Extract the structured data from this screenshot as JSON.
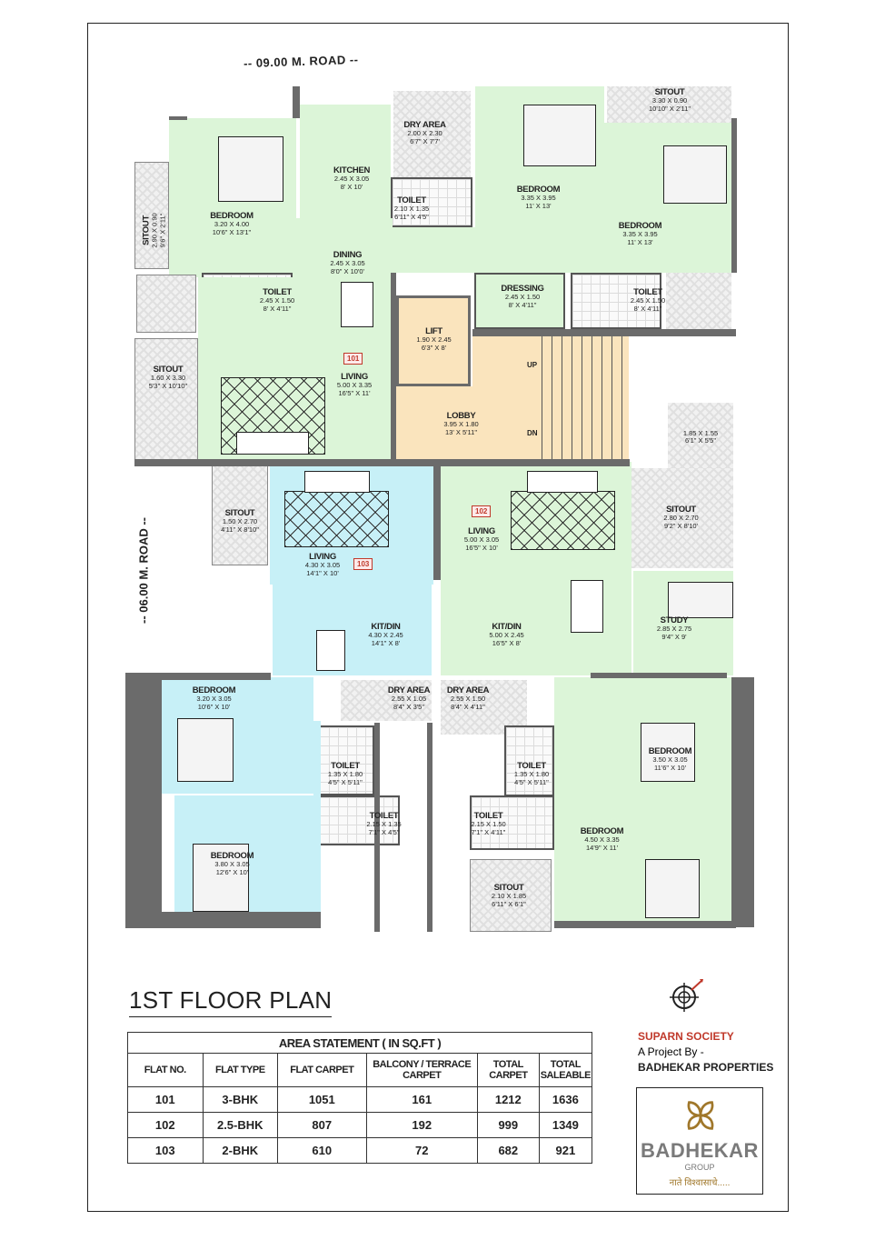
{
  "roads": {
    "top": "-- 09.00 M. ROAD --",
    "left": "-- 06.00 M. ROAD --"
  },
  "flat_tags": {
    "f101": "101",
    "f102": "102",
    "f103": "103"
  },
  "rooms": {
    "f101_sitout_top": {
      "name": "SITOUT",
      "dim_m": "2.90 X 0.90",
      "dim_ft": "9'6\" X 2'11\""
    },
    "f101_bedroom": {
      "name": "BEDROOM",
      "dim_m": "3.20 X 4.00",
      "dim_ft": "10'6\" X 13'1\""
    },
    "f101_kitchen": {
      "name": "KITCHEN",
      "dim_m": "2.45 X 3.05",
      "dim_ft": "8' X 10'"
    },
    "f101_dry_area": {
      "name": "DRY AREA",
      "dim_m": "2.00 X 2.30",
      "dim_ft": "6'7\" X 7'7'"
    },
    "f101_toilet_a": {
      "name": "TOILET",
      "dim_m": "2.10 X 1.35",
      "dim_ft": "6'11\" X 4'5\""
    },
    "f101_bedroom2": {
      "name": "BEDROOM",
      "dim_m": "3.35 X 3.95",
      "dim_ft": "11' X 13'"
    },
    "f101_sitout_right": {
      "name": "SITOUT",
      "dim_m": "3.30 X 0.90",
      "dim_ft": "10'10\" X 2'11\""
    },
    "f101_bedroom3": {
      "name": "BEDROOM",
      "dim_m": "3.35 X 3.95",
      "dim_ft": "11' X 13'"
    },
    "f101_dining": {
      "name": "DINING",
      "dim_m": "2.45 X 3.05",
      "dim_ft": "8'0\" X 10'0'"
    },
    "f101_toilet_b": {
      "name": "TOILET",
      "dim_m": "2.45 X 1.50",
      "dim_ft": "8' X 4'11\""
    },
    "f101_dressing": {
      "name": "DRESSING",
      "dim_m": "2.45 X 1.50",
      "dim_ft": "8' X 4'11\""
    },
    "f101_toilet_c": {
      "name": "TOILET",
      "dim_m": "2.45 X 1.50",
      "dim_ft": "8' X 4'11\""
    },
    "f101_sitout_left": {
      "name": "SITOUT",
      "dim_m": "1.60 X 3.30",
      "dim_ft": "5'3\" X 10'10\""
    },
    "f101_living": {
      "name": "LIVING",
      "dim_m": "5.00 X 3.35",
      "dim_ft": "16'5\" X 11'"
    },
    "lift": {
      "name": "LIFT",
      "dim_m": "1.90 X 2.45",
      "dim_ft": "6'3\" X 8'"
    },
    "lobby": {
      "name": "LOBBY",
      "dim_m": "3.95 X 1.80",
      "dim_ft": "13' X 5'11\""
    },
    "stairs": {
      "up": "UP",
      "dn": "DN"
    },
    "f102_terrace": {
      "name": "",
      "dim_m": "1.85 X 1.55",
      "dim_ft": "6'1\" X 5'5\""
    },
    "f103_sitout": {
      "name": "SITOUT",
      "dim_m": "1.50 X 2.70",
      "dim_ft": "4'11\" X 8'10\""
    },
    "f103_living": {
      "name": "LIVING",
      "dim_m": "4.30 X 3.05",
      "dim_ft": "14'1\" X 10'"
    },
    "f102_living": {
      "name": "LIVING",
      "dim_m": "5.00 X 3.05",
      "dim_ft": "16'5\" X 10'"
    },
    "f102_sitout": {
      "name": "SITOUT",
      "dim_m": "2.80 X 2.70",
      "dim_ft": "9'2\" X 8'10'"
    },
    "f103_kitdin": {
      "name": "KIT/DIN",
      "dim_m": "4.30 X 2.45",
      "dim_ft": "14'1\" X 8'"
    },
    "f102_kitdin": {
      "name": "KIT/DIN",
      "dim_m": "5.00 X 2.45",
      "dim_ft": "16'5\" X 8'"
    },
    "f102_study": {
      "name": "STUDY",
      "dim_m": "2.85 X 2.75",
      "dim_ft": "9'4\" X 9'"
    },
    "f103_bedroom": {
      "name": "BEDROOM",
      "dim_m": "3.20 X 3.05",
      "dim_ft": "10'6\" X 10'"
    },
    "f103_dry_area": {
      "name": "DRY AREA",
      "dim_m": "2.55 X 1.05",
      "dim_ft": "8'4\" X 3'5\""
    },
    "f102_dry_area": {
      "name": "DRY AREA",
      "dim_m": "2.55 X 1.50",
      "dim_ft": "8'4\" X 4'11\""
    },
    "f103_toilet_a": {
      "name": "TOILET",
      "dim_m": "1.35 X 1.80",
      "dim_ft": "4'5\" X 5'11\""
    },
    "f103_toilet_b": {
      "name": "TOILET",
      "dim_m": "2.15 X 1.35",
      "dim_ft": "7'1\" X 4'5\""
    },
    "f103_bedroom2": {
      "name": "BEDROOM",
      "dim_m": "3.80 X 3.05",
      "dim_ft": "12'6\" X 10'"
    },
    "f102_toilet_a": {
      "name": "TOILET",
      "dim_m": "1.35 X 1.80",
      "dim_ft": "4'5\" X 5'11\""
    },
    "f102_bedroom": {
      "name": "BEDROOM",
      "dim_m": "3.50 X 3.05",
      "dim_ft": "11'6\" X 10'"
    },
    "f102_toilet_b": {
      "name": "TOILET",
      "dim_m": "2.15 X 1.50",
      "dim_ft": "7'1\" X 4'11\""
    },
    "f102_bedroom2": {
      "name": "BEDROOM",
      "dim_m": "4.50 X 3.35",
      "dim_ft": "14'9\" X 11'"
    },
    "f102_sitout2": {
      "name": "SITOUT",
      "dim_m": "2.10 X 1.85",
      "dim_ft": "6'11\" X 6'1\""
    }
  },
  "plan_title": "1ST FLOOR PLAN",
  "area_statement": {
    "caption": "AREA STATEMENT  ( IN SQ.FT )",
    "headers": [
      "FLAT NO.",
      "FLAT  TYPE",
      "FLAT CARPET",
      "BALCONY / TERRACE CARPET",
      "TOTAL CARPET",
      "TOTAL SALEABLE"
    ],
    "rows": [
      [
        "101",
        "3-BHK",
        "1051",
        "161",
        "1212",
        "1636"
      ],
      [
        "102",
        "2.5-BHK",
        "807",
        "192",
        "999",
        "1349"
      ],
      [
        "103",
        "2-BHK",
        "610",
        "72",
        "682",
        "921"
      ]
    ]
  },
  "branding": {
    "society": "SUPARN SOCIETY",
    "project_by": "A Project By -",
    "developer": "BADHEKAR PROPERTIES",
    "logo_name": "BADHEKAR",
    "logo_group": "GROUP",
    "logo_tagline": "नाते विश्वासाचे....."
  },
  "colors": {
    "flat101": "#dcf5d8",
    "flat102": "#dcf5d8",
    "flat103": "#c7f0f7",
    "common": "#fae4bd",
    "walls": "#6b6b6b",
    "accent_red": "#c0392b",
    "logo_gold": "#a0772a"
  }
}
